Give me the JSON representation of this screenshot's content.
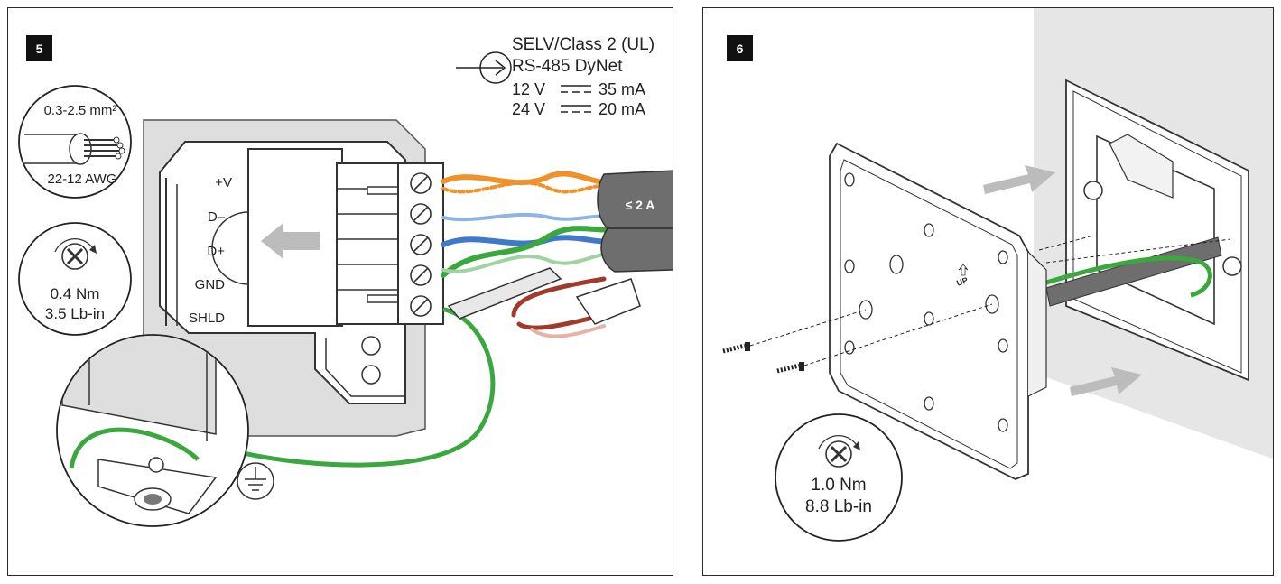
{
  "step5": {
    "number": "5",
    "spec": {
      "line1": "SELV/Class 2 (UL)",
      "line2": "RS-485 DyNet",
      "voltage1": "12 V",
      "current1": "35 mA",
      "voltage2": "24 V",
      "current2": "20 mA"
    },
    "wire_gauge": {
      "metric": "0.3-2.5 mm²",
      "awg": "22-12 AWG"
    },
    "torque": {
      "metric": "0.4 Nm",
      "imperial": "3.5 Lb-in"
    },
    "terminals": [
      "+V",
      "D–",
      "D+",
      "GND",
      "SHLD"
    ],
    "cable_rating": "≤ 2 A",
    "colors": {
      "orange": "#f0922b",
      "blue": "#3e7ac7",
      "green": "#3aa83f",
      "red": "#a03b2c",
      "gray": "#6e6e6e",
      "plate": "#dedede"
    }
  },
  "step6": {
    "number": "6",
    "up_label": "UP",
    "torque": {
      "metric": "1.0 Nm",
      "imperial": "8.8 Lb-in"
    }
  }
}
